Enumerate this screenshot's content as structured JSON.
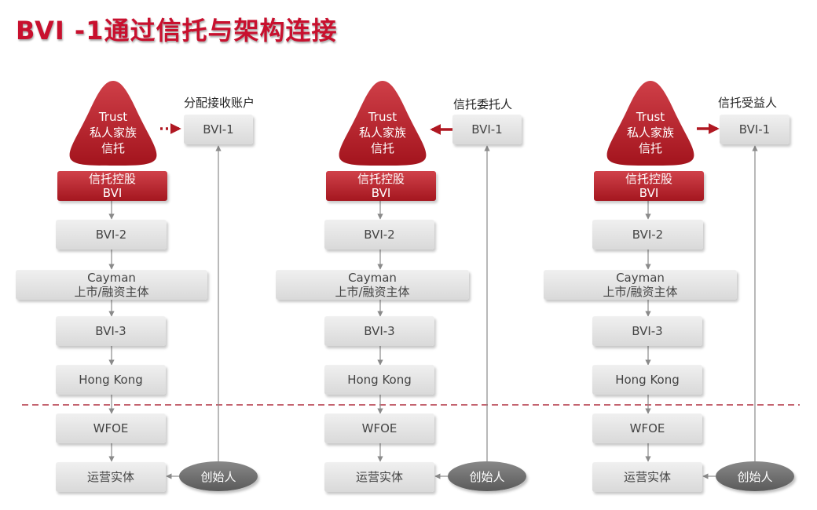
{
  "title": "BVI -1通过信托与架构连接",
  "columns": [
    {
      "trust": {
        "line1": "Trust",
        "line2": "私人家族",
        "line3": "信托"
      },
      "bvi1_caption": "分配接收账户",
      "bvi1_label": "BVI-1",
      "arrow_style": "dotted",
      "holding": {
        "line1": "信托控股",
        "line2": "BVI"
      },
      "bvi2": "BVI-2",
      "cayman": {
        "line1": "Cayman",
        "line2": "上市/融资主体"
      },
      "bvi3": "BVI-3",
      "hk": "Hong Kong",
      "wfoe": "WFOE",
      "ops": "运营实体",
      "founder": "创始人"
    },
    {
      "trust": {
        "line1": "Trust",
        "line2": "私人家族",
        "line3": "信托"
      },
      "bvi1_caption": "信托委托人",
      "bvi1_label": "BVI-1",
      "arrow_style": "left",
      "holding": {
        "line1": "信托控股",
        "line2": "BVI"
      },
      "bvi2": "BVI-2",
      "cayman": {
        "line1": "Cayman",
        "line2": "上市/融资主体"
      },
      "bvi3": "BVI-3",
      "hk": "Hong Kong",
      "wfoe": "WFOE",
      "ops": "运营实体",
      "founder": "创始人"
    },
    {
      "trust": {
        "line1": "Trust",
        "line2": "私人家族",
        "line3": "信托"
      },
      "bvi1_caption": "信托受益人",
      "bvi1_label": "BVI-1",
      "arrow_style": "right",
      "holding": {
        "line1": "信托控股",
        "line2": "BVI"
      },
      "bvi2": "BVI-2",
      "cayman": {
        "line1": "Cayman",
        "line2": "上市/融资主体"
      },
      "bvi3": "BVI-3",
      "hk": "Hong Kong",
      "wfoe": "WFOE",
      "ops": "运营实体",
      "founder": "创始人"
    }
  ],
  "colors": {
    "accent": "#c8102e",
    "box_text": "#444444",
    "divider": "#b03040"
  }
}
